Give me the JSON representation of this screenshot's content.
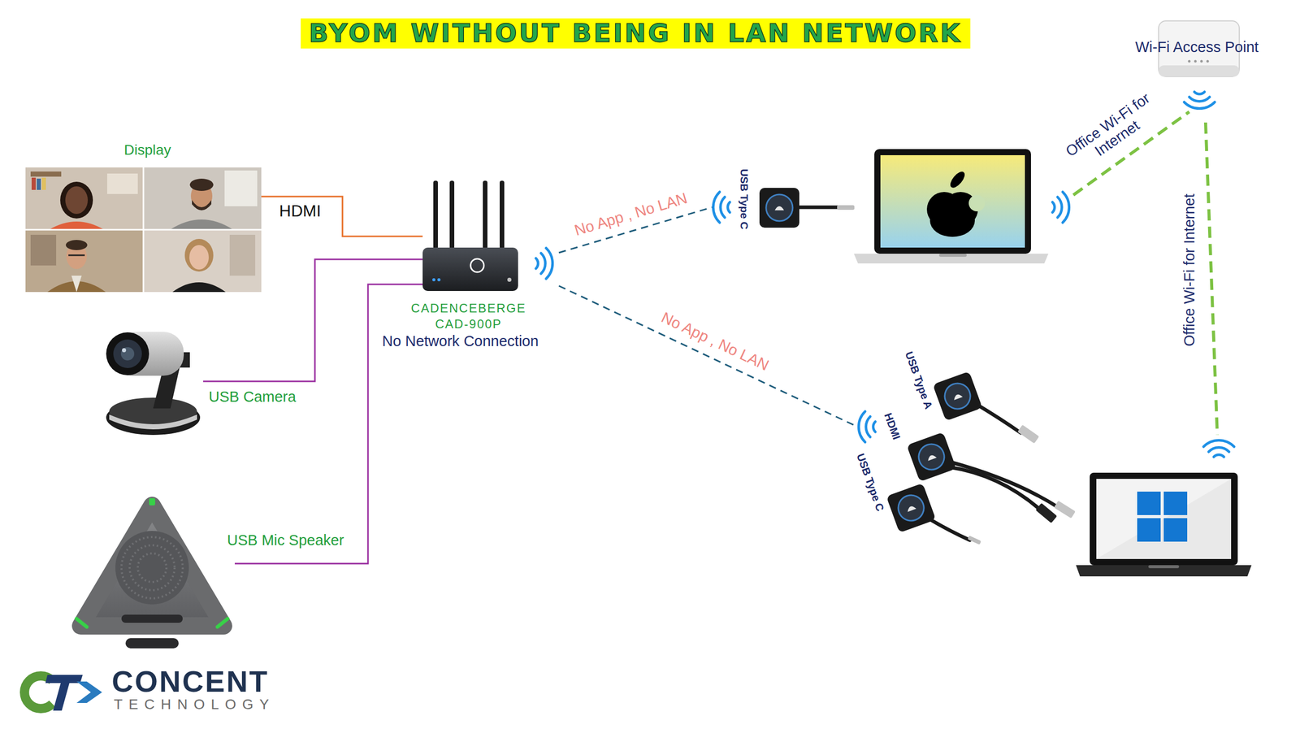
{
  "diagram": {
    "title": "BYOM WITHOUT BEING IN LAN NETWORK",
    "nodes": [
      {
        "text": [
          "Wi-Fi Access Point"
        ]
      },
      {
        "text": [
          "Display"
        ]
      },
      {
        "text": [
          "CADENCEBERGE CAD-900P",
          "No Network Connection"
        ]
      },
      {
        "text": [
          "USB Type C"
        ]
      },
      {
        "text": [
          "USB Camera"
        ]
      },
      {
        "text": [
          "USB Type A"
        ]
      },
      {
        "text": [
          "HDMI"
        ]
      },
      {
        "text": [
          "USB Type C"
        ]
      },
      {
        "text": [
          "USB Mic Speaker"
        ]
      }
    ],
    "edges": [
      {
        "from": 1,
        "to": 2,
        "arrow": "none",
        "label": "HDMI"
      },
      {
        "from": 4,
        "to": 2,
        "arrow": "none"
      },
      {
        "from": 8,
        "to": 2,
        "arrow": "none"
      },
      {
        "from": 2,
        "to": 3,
        "arrow": "none",
        "label": "No App , No LAN"
      },
      {
        "from": 2,
        "to": 6,
        "arrow": "none",
        "label": "No App , No LAN"
      }
    ],
    "labels": [
      "Office Wi-Fi for Internet",
      "Office Wi-Fi for Internet",
      "CONCENT",
      "TECHNOLOGY"
    ]
  }
}
